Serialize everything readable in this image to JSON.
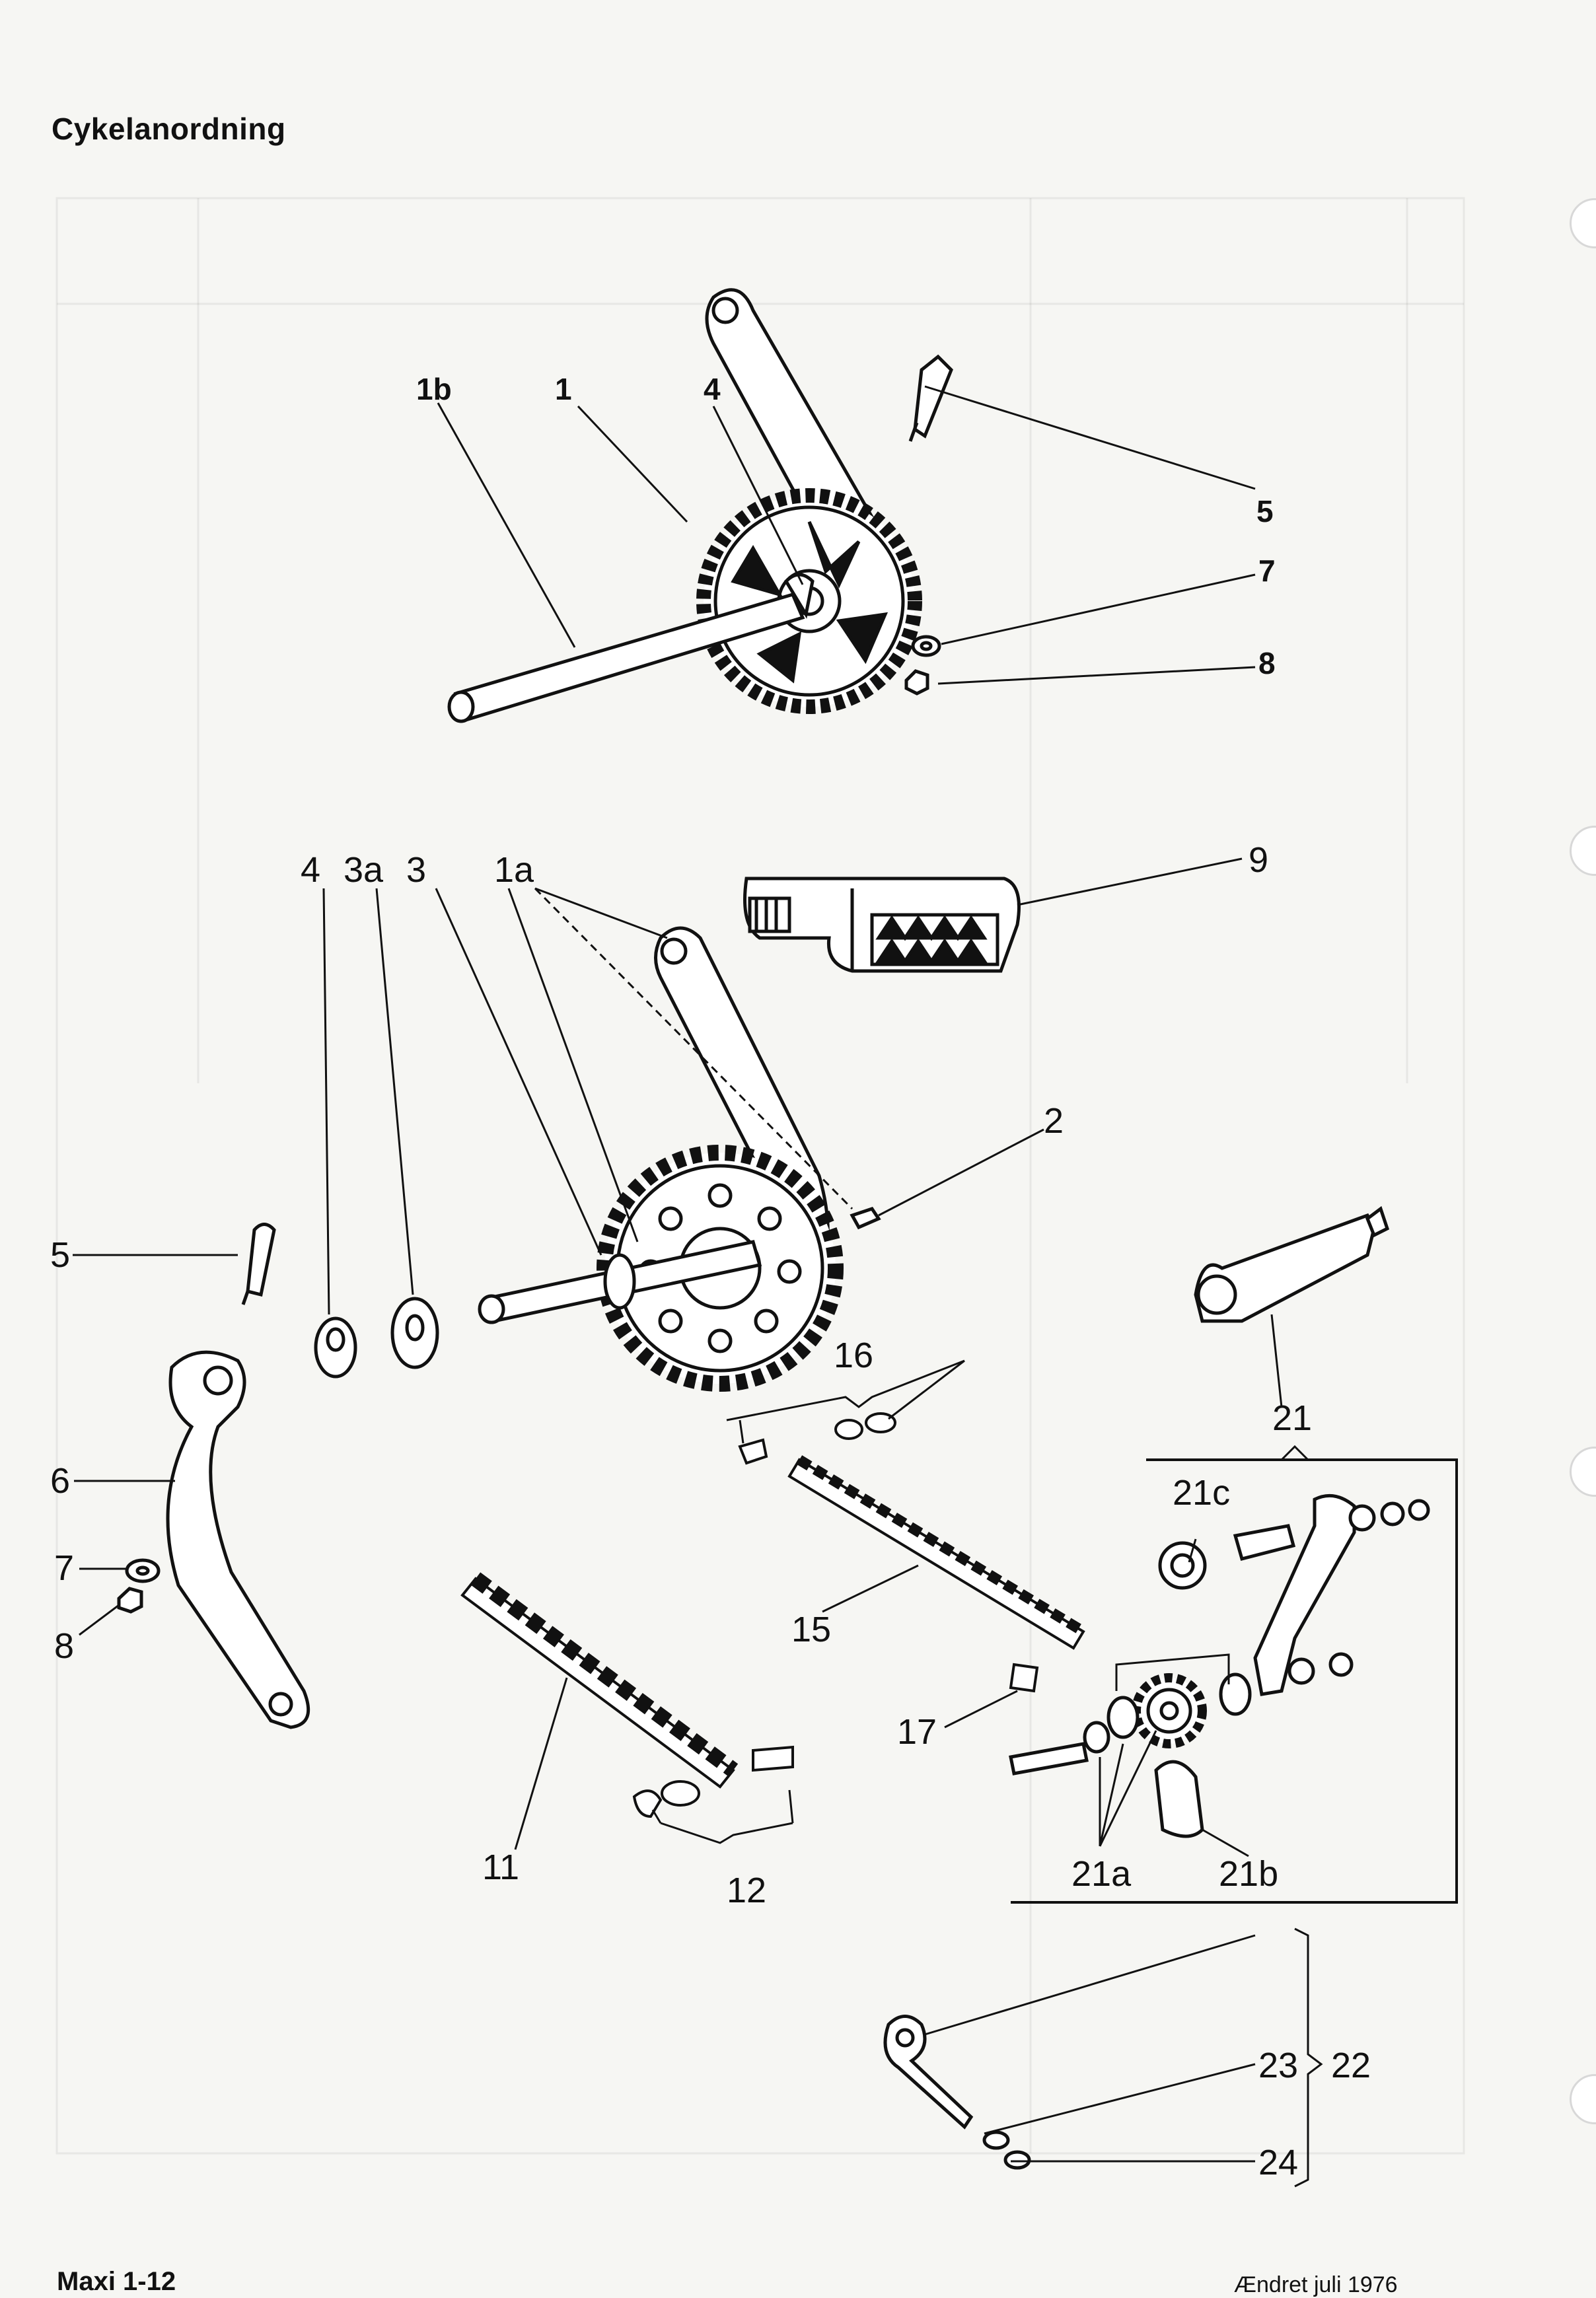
{
  "title": "Cykelanordning",
  "footer": {
    "left": "Maxi 1-12",
    "right": "Ændret juli 1976"
  },
  "callouts": {
    "c1b": "1b",
    "c1": "1",
    "c4top": "4",
    "c5top": "5",
    "c7top": "7",
    "c8top": "8",
    "c9": "9",
    "c4": "4",
    "c3a": "3a",
    "c3": "3",
    "c1a": "1a",
    "c2": "2",
    "c5": "5",
    "c6": "6",
    "c7": "7",
    "c8": "8",
    "c16": "16",
    "c15": "15",
    "c11": "11",
    "c12": "12",
    "c17": "17",
    "c21": "21",
    "c21c": "21c",
    "c21a": "21a",
    "c21b": "21b",
    "c23": "23",
    "c22": "22",
    "c24": "24"
  }
}
